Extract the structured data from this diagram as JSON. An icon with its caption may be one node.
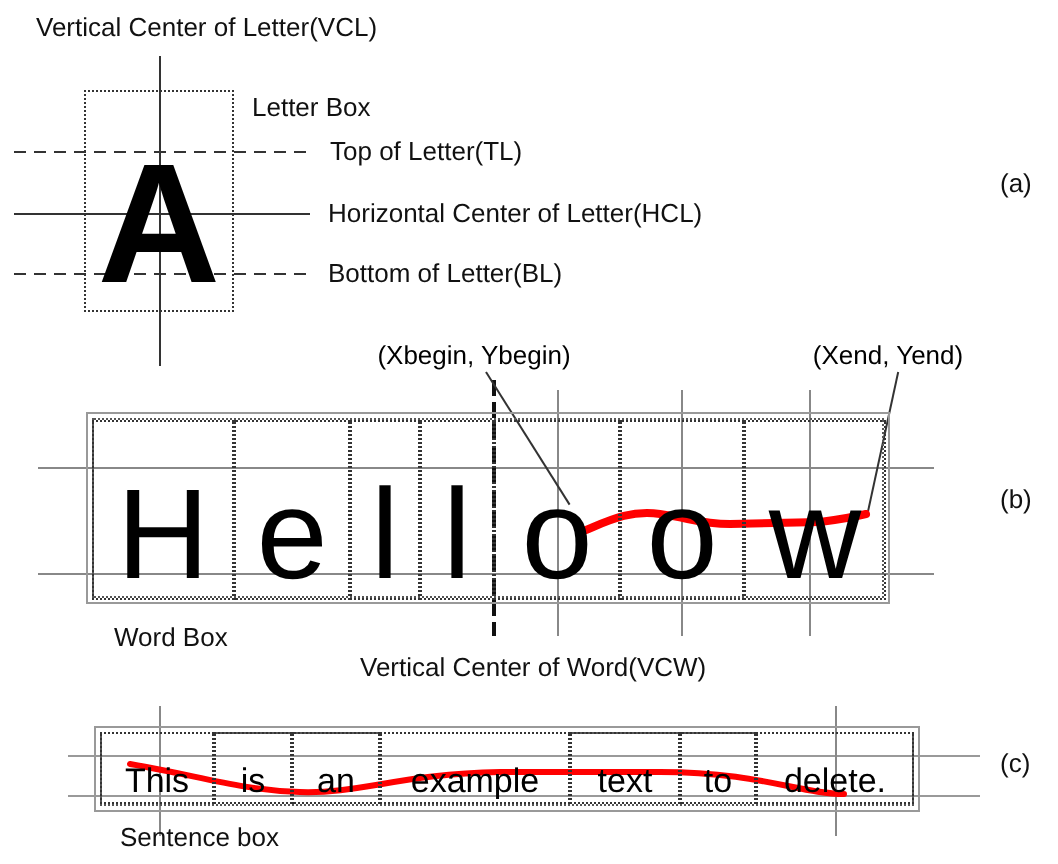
{
  "diagram": {
    "nodes": [
      {
        "text": [
          "A"
        ],
        "beside": [
          "Letter Box"
        ]
      },
      {
        "text": [],
        "shape": "box",
        "beside": [
          "Word Box"
        ]
      },
      {
        "text": [
          "H"
        ],
        "in": 1
      },
      {
        "text": [
          "e"
        ],
        "in": 1
      },
      {
        "text": [
          "l"
        ],
        "in": 1
      },
      {
        "text": [
          "l"
        ],
        "in": 1
      },
      {
        "text": [
          "o"
        ],
        "in": 1
      },
      {
        "text": [
          "o"
        ],
        "in": 1
      },
      {
        "text": [
          "w"
        ],
        "in": 1
      },
      {
        "text": [
          "(Xbegin, Ybegin)"
        ]
      },
      {
        "text": [
          "(Xend, Yend)"
        ]
      },
      {
        "text": [],
        "shape": "box",
        "beside": [
          "Sentence box"
        ]
      },
      {
        "text": [
          "This"
        ],
        "in": 11
      },
      {
        "text": [
          "is"
        ],
        "in": 11
      },
      {
        "text": [
          "an"
        ],
        "in": 11
      },
      {
        "text": [
          "example"
        ],
        "in": 11
      },
      {
        "text": [
          "text"
        ],
        "in": 11
      },
      {
        "text": [
          "to"
        ],
        "in": 11
      },
      {
        "text": [
          "delete."
        ],
        "in": 11
      }
    ],
    "edges": [
      {
        "from": 9,
        "to": 6,
        "arrow": "none"
      },
      {
        "from": 10,
        "to": 8,
        "arrow": "none"
      }
    ],
    "labels": [
      "Vertical Center of Letter(VCL)",
      "Top of Letter(TL)",
      "Horizontal Center of Letter(HCL)",
      "Bottom of Letter(BL)",
      "(a)",
      "(b)",
      "Vertical Center of Word(VCW)",
      "(c)"
    ]
  }
}
